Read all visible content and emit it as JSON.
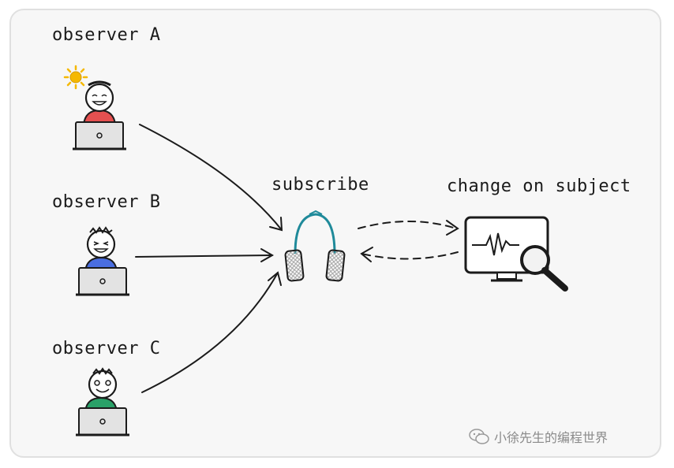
{
  "observers": [
    {
      "label": "observer A",
      "shirt_color": "#e55050",
      "icon": "sun-icon"
    },
    {
      "label": "observer B",
      "shirt_color": "#4a6ee0",
      "icon": null
    },
    {
      "label": "observer C",
      "shirt_color": "#2aa168",
      "icon": null
    }
  ],
  "subscribe_label": "subscribe",
  "subject_label": "change on subject",
  "watermark_text": "小徐先生的编程世界",
  "colors": {
    "frame_bg": "#f7f7f7",
    "frame_border": "#e0e0e0",
    "ink": "#1b1b1b",
    "laptop": "#e3e3e3",
    "headphone_band": "#1f8a9a",
    "sun": "#f5b800"
  },
  "icons": [
    "sun-icon",
    "person-icon",
    "laptop-icon",
    "headphones-icon",
    "monitor-icon",
    "magnifier-icon",
    "wechat-icon"
  ]
}
